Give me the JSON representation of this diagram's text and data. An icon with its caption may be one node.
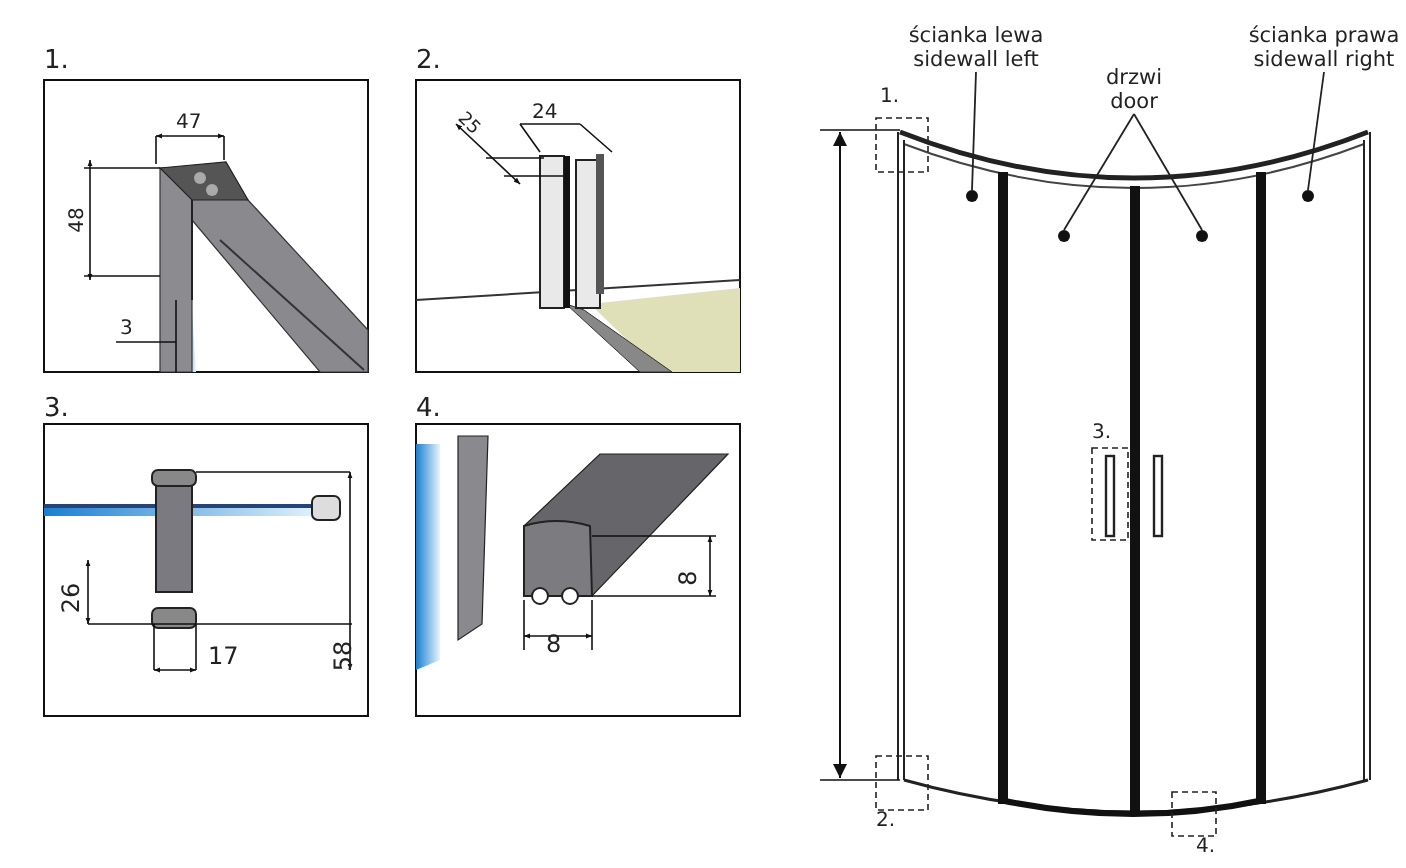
{
  "diagram": {
    "nodes": [
      {
        "text": [
          "ścianka lewa sidewall left"
        ]
      },
      {
        "text": [
          "drzwi door"
        ]
      },
      {
        "text": [
          "ścianka prawa sidewall right"
        ]
      },
      {
        "text": [],
        "shape": "circle"
      },
      {
        "text": [],
        "shape": "circle"
      },
      {
        "text": [],
        "shape": "circle"
      },
      {
        "text": [],
        "shape": "circle"
      }
    ],
    "edges": [
      {
        "from": 0,
        "to": 3,
        "arrow": "none"
      },
      {
        "from": 1,
        "to": 4,
        "arrow": "none"
      },
      {
        "from": 1,
        "to": 5,
        "arrow": "none"
      },
      {
        "from": 2,
        "to": 6,
        "arrow": "none"
      }
    ],
    "labels": [
      "1.",
      "47",
      "48",
      "3",
      "2.",
      "25",
      "24",
      "3.",
      "26",
      "17",
      "58",
      "4.",
      "8",
      "8",
      "1.",
      "3.",
      "2.",
      "4."
    ]
  }
}
